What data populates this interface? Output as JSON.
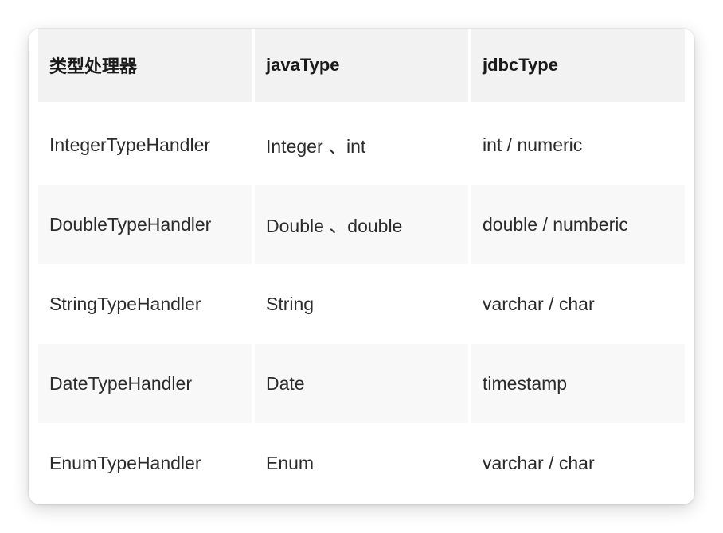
{
  "table": {
    "headers": [
      "类型处理器",
      "javaType",
      "jdbcType"
    ],
    "rows": [
      [
        "IntegerTypeHandler",
        "Integer 、int",
        "int / numeric"
      ],
      [
        "DoubleTypeHandler",
        "Double 、double",
        "double / numberic"
      ],
      [
        "StringTypeHandler",
        "String",
        "varchar / char"
      ],
      [
        "DateTypeHandler",
        "Date",
        "timestamp"
      ],
      [
        "EnumTypeHandler",
        "Enum",
        "varchar / char"
      ]
    ]
  }
}
